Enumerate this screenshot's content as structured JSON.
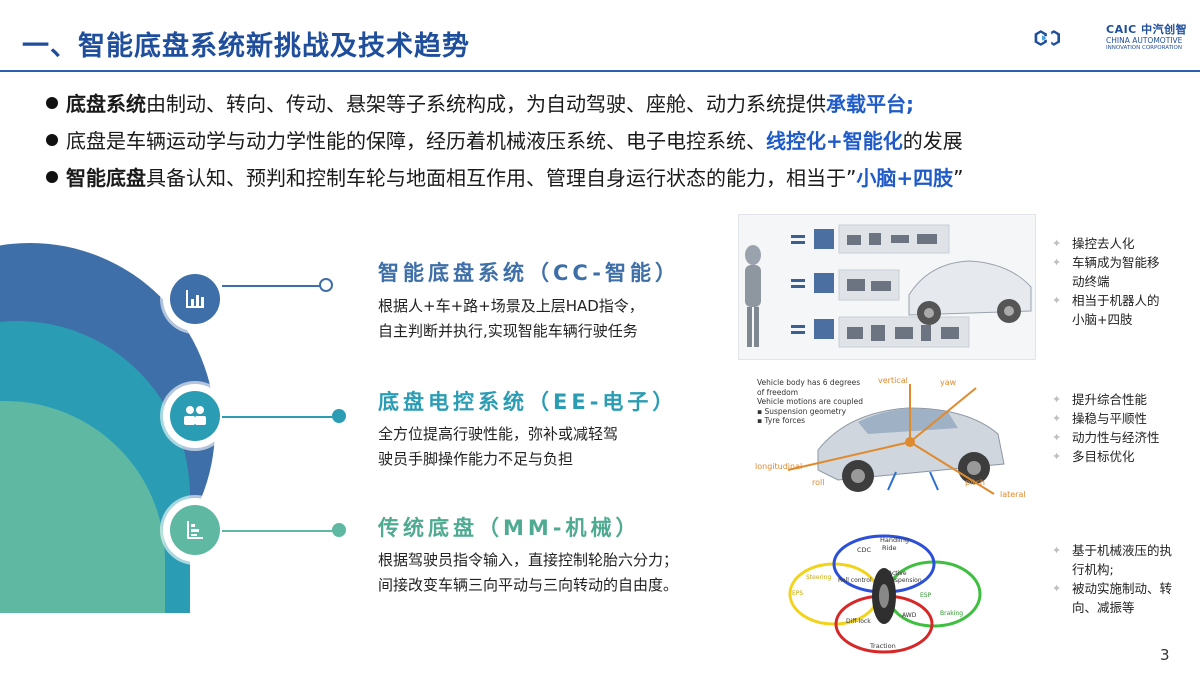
{
  "header": {
    "title": "一、智能底盘系统新挑战及技术趋势",
    "logo_brand": "CAIC 中汽创智",
    "logo_line1": "CHINA AUTOMOTIVE",
    "logo_line2": "INNOVATION CORPORATION"
  },
  "bullets": [
    {
      "pre_bold": "底盘系统",
      "text": "由制动、转向、传动、悬架等子系统构成，为自动驾驶、座舱、动力系统提供",
      "highlight": "承载平台;"
    },
    {
      "text": "底盘是车辆运动学与动力学性能的保障，经历着机械液压系统、电子电控系统、",
      "highlight": "线控化+智能化",
      "post": "的发展"
    },
    {
      "pre_bold": "智能底盘",
      "text": "具备认知、预判和控制车轮与地面相互作用、管理自身运行状态的能力，相当于”",
      "highlight": "小脑+四肢",
      "post": "”"
    }
  ],
  "sections": [
    {
      "title": "智能底盘系统（CC-智能）",
      "desc1": "根据人+车+路+场景及上层HAD指令，",
      "desc2": "自主判断并执行,实现智能车辆行驶任务",
      "icon": "bar-chart-icon"
    },
    {
      "title": "底盘电控系统（EE-电子）",
      "desc1": "全方位提高行驶性能，弥补或减轻驾",
      "desc2": "驶员手脚操作能力不足与负担",
      "icon": "team-icon"
    },
    {
      "title": "传统底盘（MM-机械）",
      "desc1": "根据驾驶员指令输入，直接控制轮胎六分力；",
      "desc2": "间接改变车辆三向平动与三向转动的自由度。",
      "icon": "list-chart-icon"
    }
  ],
  "side_lists": [
    [
      "操控去人化",
      "车辆成为智能移动终端",
      "相当于机器人的小脑+四肢"
    ],
    [
      "提升综合性能",
      "操稳与平顺性",
      "动力性与经济性",
      "多目标优化"
    ],
    [
      "基于机械液压的执行机构;",
      "被动实施制动、转向、减振等"
    ]
  ],
  "image2": {
    "caption1": "Vehicle body has 6 degrees",
    "caption2": "of freedom",
    "caption3": "Vehicle motions are coupled",
    "caption4": "▪ Suspension geometry",
    "caption5": "▪ Tyre forces",
    "labels": {
      "vertical": "vertical",
      "yaw": "yaw",
      "longitudinal": "longitudinal",
      "roll": "roll",
      "pitch": "pitch",
      "lateral": "lateral"
    }
  },
  "image3": {
    "labels": [
      "Handling",
      "Ride",
      "CDC",
      "Active suspension",
      "Roll control",
      "Steering",
      "EPS",
      "Braking",
      "ESP",
      "AWD",
      "Diff-lock",
      "Traction"
    ]
  },
  "page_number": "3",
  "colors": {
    "title_blue": "#1f4e9c",
    "highlight_blue": "#1f5bc8",
    "outer_blue": "#3f6fa8",
    "mid_teal": "#2a9db4",
    "inner_green": "#5fb8a2"
  }
}
